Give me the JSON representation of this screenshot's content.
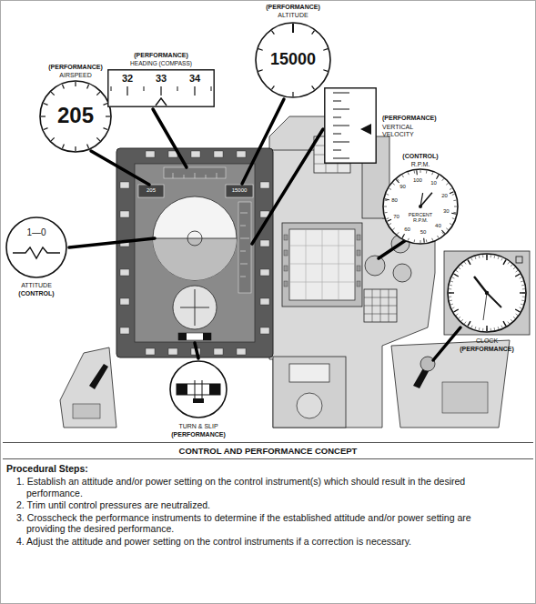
{
  "diagram": {
    "nodes": [
      {
        "text": [
          "(PERFORMANCE)",
          "AIRSPEED",
          "205"
        ]
      },
      {
        "text": [
          "(PERFORMANCE)",
          "HEADING (COMPASS)",
          "32",
          "33",
          "34"
        ]
      },
      {
        "text": [
          "(PERFORMANCE)",
          "ALTITUDE",
          "15000"
        ]
      },
      {
        "text": [
          "(PERFORMANCE)",
          "VERTICAL VELOCITY"
        ]
      },
      {
        "text": [
          "(CONTROL)",
          "R.P.M.",
          "PERCENT R.P.M.",
          "10",
          "20",
          "30",
          "40",
          "50",
          "60",
          "70",
          "80",
          "90",
          "100"
        ]
      },
      {
        "text": [
          "CLOCK",
          "(PERFORMANCE)"
        ]
      },
      {
        "text": [
          "1—0",
          "ATTITUDE",
          "(CONTROL)"
        ]
      },
      {
        "text": [
          "TURN & SLIP",
          "(PERFORMANCE)"
        ]
      },
      {
        "text": [
          "CONTROL AND PERFORMANCE CONCEPT",
          "Procedural Steps:",
          "1. Establish an attitude and/or power setting on the control instrument(s) which should result in the desired performance.",
          "2. Trim until control pressures are neutralized.",
          "3. Crosscheck the performance instruments to determine if the established attitude and/or power setting are providing the desired performance.",
          "4. Adjust the attitude and power setting on the control instruments if a correction is necessary."
        ]
      }
    ],
    "labels": [
      "205",
      "15000"
    ]
  }
}
